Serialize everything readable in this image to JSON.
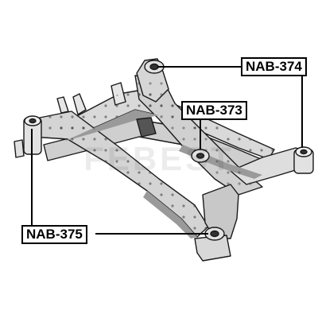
{
  "diagram": {
    "callouts": [
      {
        "id": "374",
        "label": "NAB-374"
      },
      {
        "id": "373",
        "label": "NAB-373"
      },
      {
        "id": "375",
        "label": "NAB-375"
      }
    ],
    "watermark": "FEBEST",
    "colors": {
      "line": "#000000",
      "outline": "#1a1a1a",
      "frame_fill": "#d9d9d9",
      "frame_shade": "#9a9a9a",
      "bushing_fill": "#e2e2e2",
      "background": "#ffffff"
    }
  }
}
